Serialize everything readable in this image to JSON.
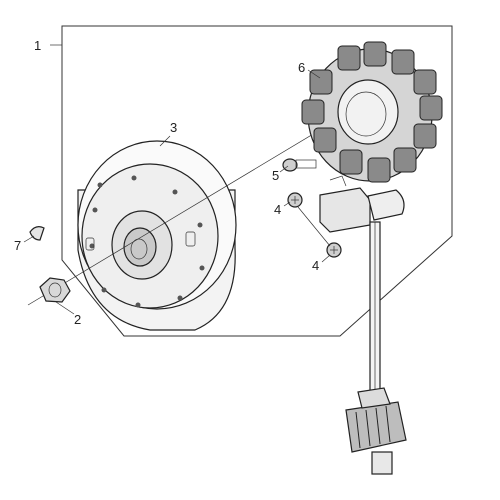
{
  "diagram": {
    "type": "exploded-parts-view",
    "callouts": [
      {
        "id": "c1",
        "label": "1"
      },
      {
        "id": "c2",
        "label": "2"
      },
      {
        "id": "c3",
        "label": "3"
      },
      {
        "id": "c4a",
        "label": "4"
      },
      {
        "id": "c4b",
        "label": "4"
      },
      {
        "id": "c5",
        "label": "5"
      },
      {
        "id": "c6",
        "label": "6"
      },
      {
        "id": "c7",
        "label": "7"
      }
    ]
  }
}
